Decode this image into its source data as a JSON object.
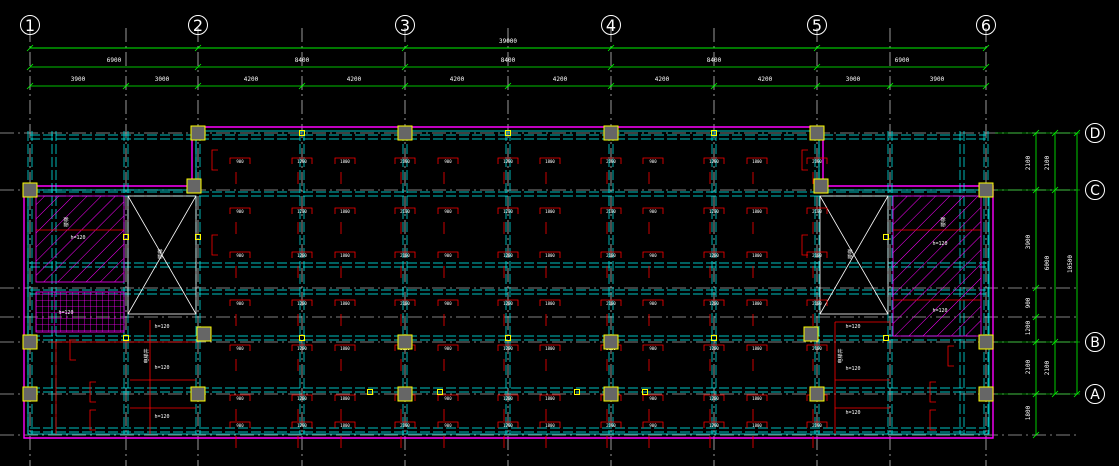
{
  "colors": {
    "background": "#000000",
    "gridline": "#ffffff",
    "dimension": "#00ff00",
    "beam": "#00ffff",
    "rebar": "#ff0000",
    "wall": "#ff00ff",
    "column_fill": "#666666",
    "column_edge": "#ffff00",
    "small_column": "#ffff00",
    "hatch": "#ff00ff",
    "text": "#ffffff"
  },
  "axes": {
    "vertical": [
      "1",
      "2",
      "3",
      "4",
      "5",
      "6"
    ],
    "horizontal": [
      "D",
      "C",
      "B",
      "A"
    ]
  },
  "dimensions": {
    "total": "39000",
    "bays": [
      "6900",
      "8400",
      "8400",
      "8400",
      "6900"
    ],
    "sub_bays": [
      "3900",
      "3000",
      "4200",
      "4200",
      "4200",
      "4200",
      "4200",
      "4200",
      "3000",
      "3900"
    ],
    "right_total": "10500",
    "right_bays": [
      "2100",
      "6000",
      "2100"
    ],
    "right_sub": [
      "2100",
      "3900",
      "900",
      "1200",
      "2100",
      "1800"
    ]
  },
  "labels": {
    "slab_thickness": "h=120",
    "stair": "楼梯",
    "elevator": "电梯井",
    "rebar_marks": [
      "900",
      "1200",
      "1800",
      "2100"
    ]
  }
}
